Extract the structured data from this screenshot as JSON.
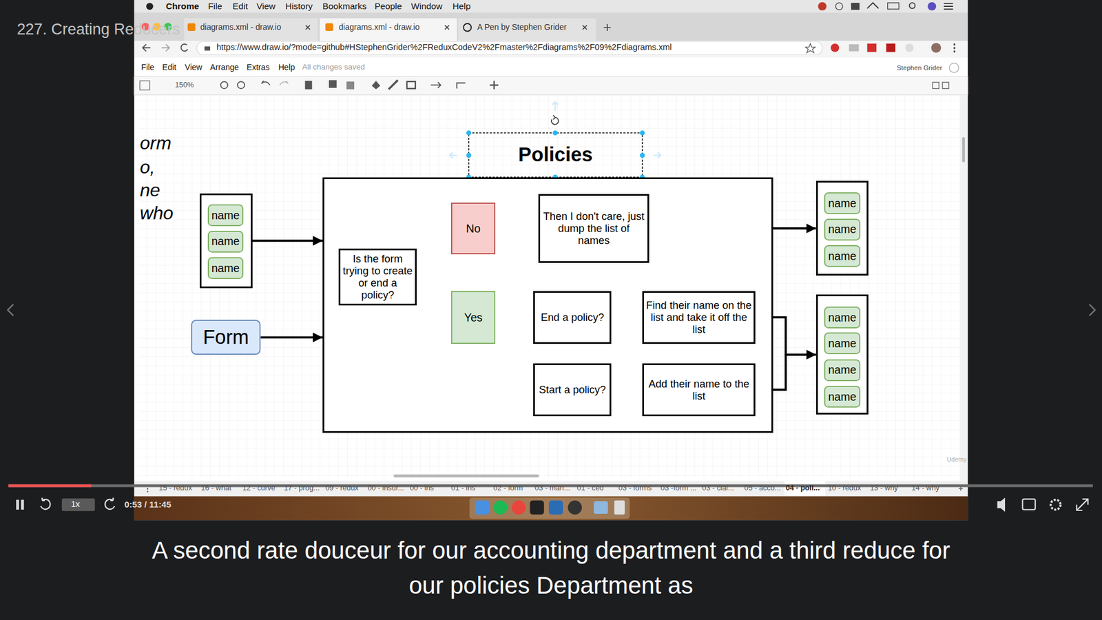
{
  "diagram": {
    "caption": "A second rate douceur for our accounting department and a third reduce for our policies Department as",
    "nodes": [
      {
        "text": []
      },
      {
        "text": [
          "name"
        ],
        "in": 0
      },
      {
        "text": [
          "name"
        ],
        "in": 0
      },
      {
        "text": [
          "name"
        ],
        "in": 0
      },
      {
        "text": [
          "Form"
        ]
      },
      {
        "text": [
          "Policies"
        ]
      },
      {
        "text": [
          "Is the form trying to create or end a policy?"
        ],
        "in": 5
      },
      {
        "text": [
          "No"
        ],
        "in": 5
      },
      {
        "text": [
          "Then I don't care, just dump the list of names"
        ],
        "in": 5
      },
      {
        "text": [
          "Yes"
        ],
        "in": 5
      },
      {
        "text": [
          "End a policy?"
        ],
        "in": 5
      },
      {
        "text": [
          "Find their name on the list and take it off the list"
        ],
        "in": 5
      },
      {
        "text": [
          "Start a policy?"
        ],
        "in": 5
      },
      {
        "text": [
          "Add their name to the list"
        ],
        "in": 5
      },
      {
        "text": []
      },
      {
        "text": [
          "name"
        ],
        "in": 14
      },
      {
        "text": [
          "name"
        ],
        "in": 14
      },
      {
        "text": [
          "name"
        ],
        "in": 14
      },
      {
        "text": []
      },
      {
        "text": [
          "name"
        ],
        "in": 18
      },
      {
        "text": [
          "name"
        ],
        "in": 18
      },
      {
        "text": [
          "name"
        ],
        "in": 18
      },
      {
        "text": [
          "name"
        ],
        "in": 18
      }
    ],
    "edges": [
      {
        "from": 0,
        "to": 5,
        "arrow": "to"
      },
      {
        "from": 4,
        "to": 5,
        "arrow": "to"
      },
      {
        "from": 6,
        "to": 7,
        "arrow": "to"
      },
      {
        "from": 6,
        "to": 9,
        "arrow": "to"
      },
      {
        "from": 7,
        "to": 8,
        "arrow": "to"
      },
      {
        "from": 8,
        "to": 14,
        "arrow": "to"
      },
      {
        "from": 9,
        "to": 10,
        "arrow": "to"
      },
      {
        "from": 9,
        "to": 12,
        "arrow": "to"
      },
      {
        "from": 10,
        "to": 11,
        "arrow": "to"
      },
      {
        "from": 12,
        "to": 13,
        "arrow": "to"
      },
      {
        "from": 11,
        "to": 18,
        "arrow": "to"
      },
      {
        "from": 13,
        "to": 18,
        "arrow": "to"
      }
    ],
    "labels": [
      "227. Creating Reducers",
      "Chrome",
      "File",
      "Edit",
      "View",
      "History",
      "Bookmarks",
      "People",
      "Window",
      "Help",
      "diagrams.xml - draw.io",
      "diagrams.xml - draw.io",
      "A Pen by Stephen Grider",
      "https://www.draw.io/?mode=github#HStephenGrider%2FReduxCodeV2%2Fmaster%2Fdiagrams%2F09%2Fdiagrams.xml",
      "File",
      "Edit",
      "View",
      "Arrange",
      "Extras",
      "Help",
      "All changes saved",
      "Stephen Grider",
      "150%",
      "orm",
      "o,",
      "ne",
      "who",
      "15 - redux",
      "16 - what",
      "12 - curve",
      "17 - prog...",
      "09 - redux",
      "00 - insur...",
      "00 - ins",
      "01 - ins",
      "02 - form",
      "03 - man...",
      "01 - ceo",
      "03 - forms",
      "03 -form ...",
      "03 - clai...",
      "05 - acco...",
      "04 - poli...",
      "10 - redux",
      "13 - why",
      "14 - why",
      "1x",
      "0:53 / 11:45",
      "Udemy"
    ]
  }
}
